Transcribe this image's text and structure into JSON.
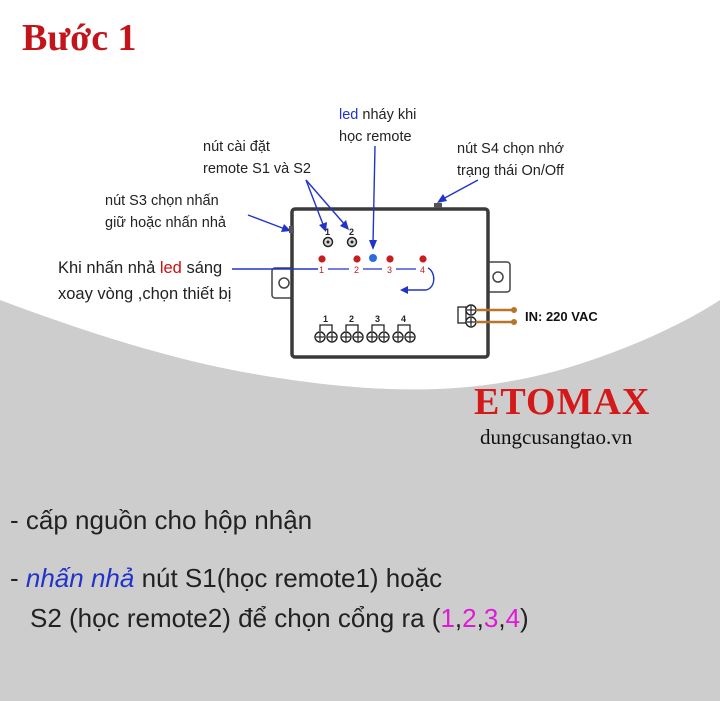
{
  "title": "Bước 1",
  "labels": {
    "led_blink_1": "led",
    "led_blink_2": " nháy khi",
    "led_blink_3": "học remote",
    "s1s2_1": "nút cài đặt",
    "s1s2_2": "remote S1 và S2",
    "s4_1": "nút S4 chọn nhớ",
    "s4_2": "trạng thái On/Off",
    "s3_1": "nút S3 chọn nhấn",
    "s3_2": "giữ hoặc nhấn nhả",
    "press_1a": "Khi nhấn nhả ",
    "press_1b": "led",
    "press_1c": " sáng",
    "press_2": "xoay vòng ,chọn thiết bị",
    "ac_in": "IN: 220 VAC"
  },
  "device": {
    "button_numbers": [
      "1",
      "2"
    ],
    "channel_numbers": [
      "1",
      "2",
      "3",
      "4"
    ],
    "terminal_numbers": [
      "1",
      "2",
      "3",
      "4"
    ]
  },
  "brand": {
    "name": "ETOMAX",
    "site": "dungcusangtao.vn"
  },
  "steps": {
    "line1": "- cấp nguồn cho hộp nhận",
    "line2_prefix": "- ",
    "line2_em": "nhấn nhả",
    "line2_rest": " nút S1(học remote1) hoặc",
    "line3_a": "S2 (học remote2) để chọn cổng ra (",
    "n1": "1",
    "c1": ",",
    "n2": "2",
    "c2": ",",
    "n3": "3",
    "c3": ",",
    "n4": "4",
    "line3_end": ")"
  },
  "colors": {
    "title": "#c4141b",
    "brand": "#d4191a",
    "accent_blue": "#2233cc",
    "accent_pink": "#e019d6",
    "background_gray": "#cdcdcd"
  }
}
